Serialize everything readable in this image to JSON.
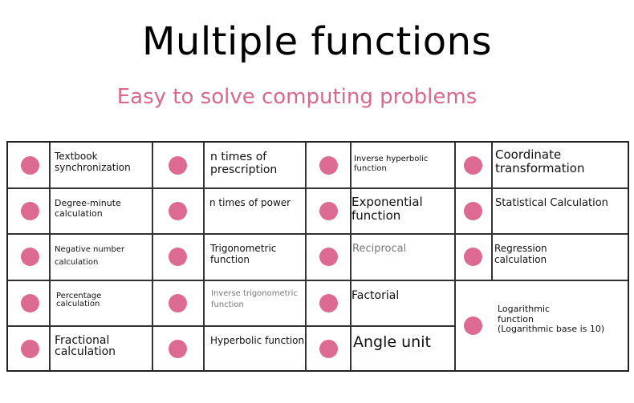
{
  "title": "Multiple functions",
  "subtitle": "Easy to solve computing problems",
  "accent_color": "#dd6a92",
  "rows": [
    {
      "c1": "Textbook\nsynchronization",
      "c2": "n times of\nprescription",
      "c3": "Inverse hyperbolic\nfunction",
      "c4": "Coordinate\ntransformation"
    },
    {
      "c1": "Degree-minute\ncalculation",
      "c2": "n times of power",
      "c3": "Exponential\nfunction",
      "c4": "Statistical Calculation"
    },
    {
      "c1": "Negative number\ncalculation",
      "c2": "Trigonometric\nfunction",
      "c3": "Reciprocal",
      "c4": "Regression\ncalculation"
    },
    {
      "c1": "Percentage\ncalculation",
      "c2": "Inverse trigonometric\nfunction",
      "c3": "Factorial",
      "c4": "Logarithmic\nfunction\n(Logarithmic base is 10)"
    },
    {
      "c1": "Fractional\ncalculation",
      "c2": "Hyperbolic function",
      "c3": "Angle unit"
    }
  ]
}
